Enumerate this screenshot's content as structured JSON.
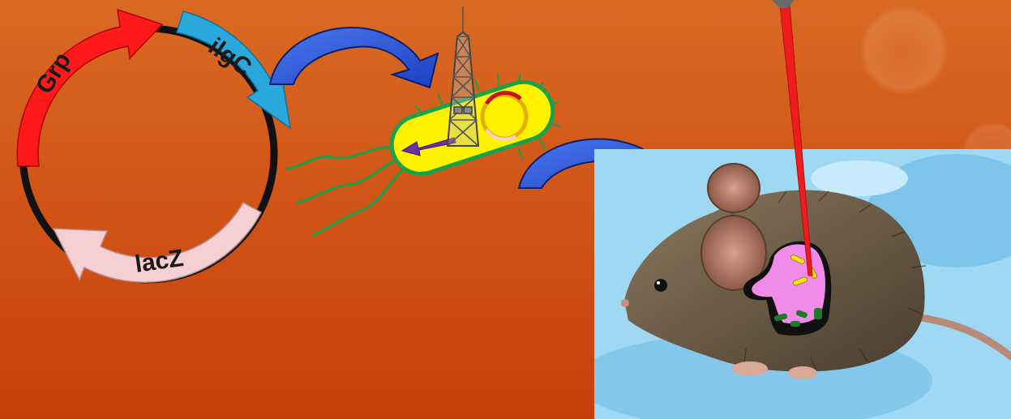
{
  "plasmid": {
    "genes": [
      {
        "label": "Grp",
        "color": "#ff1a1a"
      },
      {
        "label": "ilgC",
        "color": "#2aa8dc"
      },
      {
        "label": "lacZ",
        "color": "#f6cfd2"
      }
    ],
    "backbone_color": "#111111"
  },
  "colors": {
    "background_top": "#d7601f",
    "background_bottom": "#c8400c",
    "arrow": "#2f57d8",
    "arrow_edge": "#0b1f6b",
    "bacterium_fill": "#fff200",
    "bacterium_edge": "#16a34a",
    "flagella": "#16a34a",
    "laser": "#ee1c1c",
    "photo_bg": "#9fd8f2",
    "tumor": "#f08be9"
  },
  "icons": [
    "plasmid-diagram",
    "transformation-arrow",
    "antenna-tower-icon",
    "bacterium-icon",
    "injection-arrow",
    "mouse-photo",
    "tumor-icon",
    "laser-beam"
  ]
}
